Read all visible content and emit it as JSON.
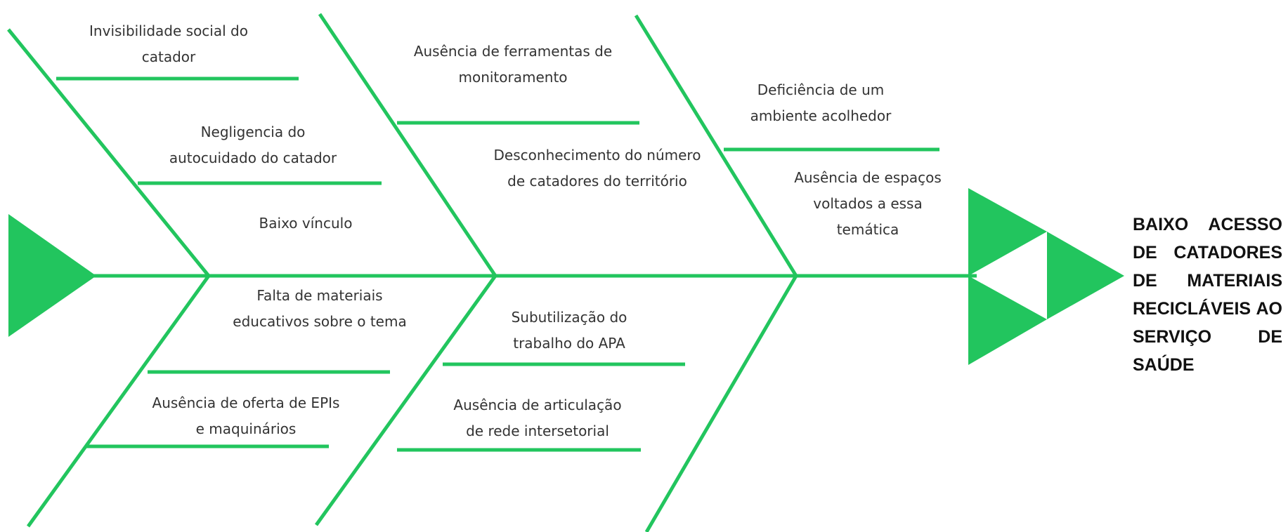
{
  "colors": {
    "bone": "#22c55e",
    "text": "#333333",
    "effect_text": "#111111"
  },
  "effect": "BAIXO ACESSO DE CATADORES DE MATERIAIS RECICLÁVEIS AO SERVIÇO DE SAÚDE",
  "causes": {
    "top_left": [
      "Invisibilidade social do catador",
      "Negligencia do autocuidado do catador",
      "Baixo vínculo"
    ],
    "top_middle": [
      "Ausência de ferramentas de monitoramento",
      "Desconhecimento do número de catadores do território"
    ],
    "top_right": [
      "Deficiência de um ambiente acolhedor",
      "Ausência de espaços voltados a essa temática"
    ],
    "bottom_left": [
      "Falta de materiais educativos sobre o tema",
      "Ausência de oferta de EPIs e maquinários"
    ],
    "bottom_middle": [
      "Subutilização do trabalho do APA",
      "Ausência de articulação de rede intersetorial"
    ]
  }
}
